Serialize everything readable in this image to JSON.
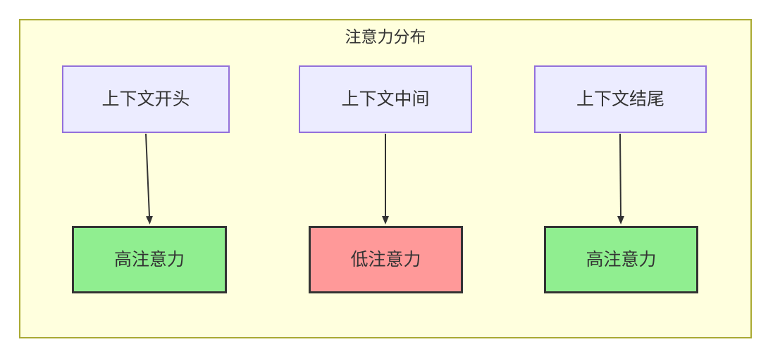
{
  "diagram": {
    "title": "注意力分布",
    "columns": [
      {
        "source": "上下文开头",
        "target": "高注意力",
        "level": "high"
      },
      {
        "source": "上下文中间",
        "target": "低注意力",
        "level": "low"
      },
      {
        "source": "上下文结尾",
        "target": "高注意力",
        "level": "high"
      }
    ]
  },
  "colors": {
    "canvas-bg": "#ffffff",
    "cluster-fill": "#ffffde",
    "cluster-border": "#aaaa33",
    "node-fill": "#ececff",
    "node-border": "#9370db",
    "high-fill": "#90ee90",
    "low-fill": "#ff9999",
    "result-border": "#333333",
    "edge-color": "#333333",
    "text-color": "#333333"
  }
}
